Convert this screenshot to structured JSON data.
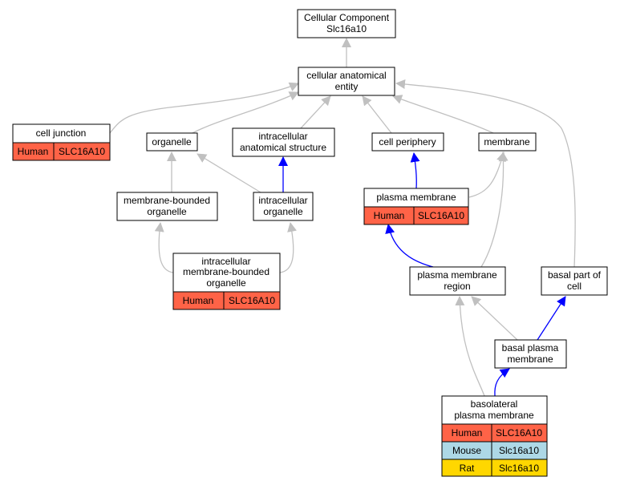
{
  "colors": {
    "grey_edge": "#c0c0c0",
    "blue_edge": "#0000ff",
    "human": "#ff6347",
    "mouse": "#add8e6",
    "rat": "#ffd700",
    "node_border": "#000000",
    "node_fill": "#ffffff"
  },
  "nodes": {
    "root": {
      "lines": [
        "Cellular Component",
        "Slc16a10"
      ]
    },
    "cae": {
      "lines": [
        "cellular anatomical",
        "entity"
      ]
    },
    "cell_junction": {
      "lines": [
        "cell junction"
      ],
      "rows": [
        [
          "Human",
          "SLC16A10"
        ]
      ]
    },
    "organelle": {
      "lines": [
        "organelle"
      ]
    },
    "ias": {
      "lines": [
        "intracellular",
        "anatomical structure"
      ]
    },
    "cell_periphery": {
      "lines": [
        "cell periphery"
      ]
    },
    "membrane": {
      "lines": [
        "membrane"
      ]
    },
    "mbo": {
      "lines": [
        "membrane-bounded",
        "organelle"
      ]
    },
    "io": {
      "lines": [
        "intracellular",
        "organelle"
      ]
    },
    "pm": {
      "lines": [
        "plasma membrane"
      ],
      "rows": [
        [
          "Human",
          "SLC16A10"
        ]
      ]
    },
    "imbo": {
      "lines": [
        "intracellular",
        "membrane-bounded",
        "organelle"
      ],
      "rows": [
        [
          "Human",
          "SLC16A10"
        ]
      ]
    },
    "pmr": {
      "lines": [
        "plasma membrane",
        "region"
      ]
    },
    "bpc": {
      "lines": [
        "basal part of",
        "cell"
      ]
    },
    "bpm": {
      "lines": [
        "basal plasma",
        "membrane"
      ]
    },
    "blpm": {
      "lines": [
        "basolateral",
        "plasma membrane"
      ],
      "rows": [
        [
          "Human",
          "SLC16A10"
        ],
        [
          "Mouse",
          "Slc16a10"
        ],
        [
          "Rat",
          "Slc16a10"
        ]
      ]
    }
  }
}
